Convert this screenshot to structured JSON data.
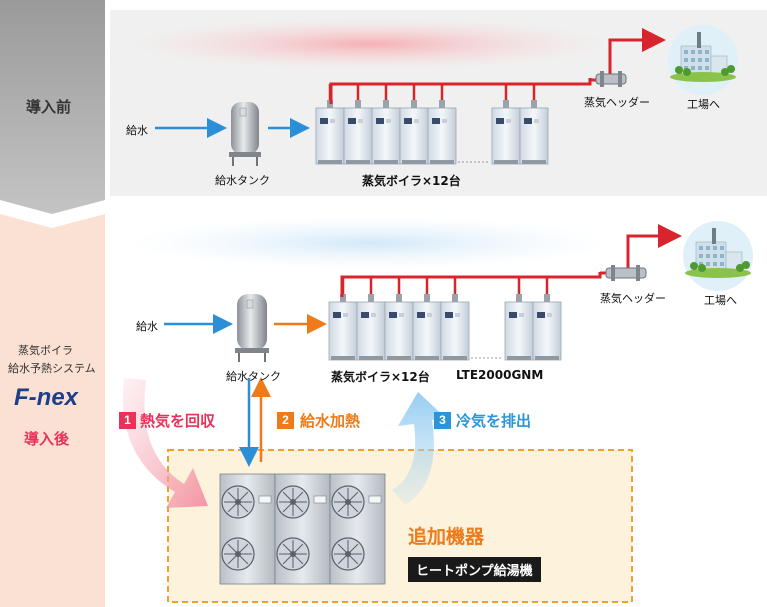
{
  "before": {
    "side_label": "導入前",
    "feed_water": "給水",
    "tank": "給水タンク",
    "boilers": "蒸気ボイラ×12台",
    "header": "蒸気ヘッダー",
    "factory": "工場へ"
  },
  "after": {
    "side_line1": "蒸気ボイラ",
    "side_line2": "給水予熱システム",
    "logo": "F-nex",
    "side_label": "導入後",
    "feed_water": "給水",
    "tank": "給水タンク",
    "boilers": "蒸気ボイラ×12台",
    "model": "LTE2000GNM",
    "header": "蒸気ヘッダー",
    "factory": "工場へ"
  },
  "steps": [
    {
      "num": "1",
      "text": "熱気を回収",
      "color": "#e8325a"
    },
    {
      "num": "2",
      "text": "給水加熱",
      "color": "#ee7a1a"
    },
    {
      "num": "3",
      "text": "冷気を排出",
      "color": "#2b95d6"
    }
  ],
  "equipment": {
    "title": "追加機器",
    "badge": "ヒートポンプ給湯機"
  },
  "colors": {
    "steam": "#d8242c",
    "water_blue": "#2b8fd8",
    "heated_orange": "#ee7a1a",
    "before_bg": "#f0f0f0",
    "after_side_bg": "#fbe1d3",
    "equipment_bg": "#fdf3dd",
    "dash_orange": "#f0a030"
  }
}
